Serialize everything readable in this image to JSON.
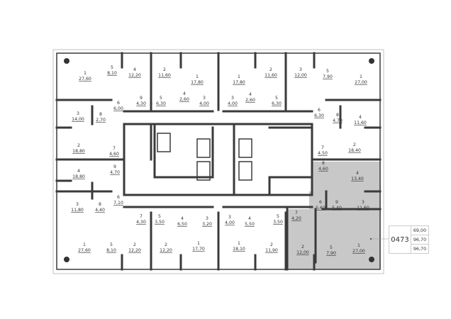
{
  "floor_plan": {
    "highlight_color": "#c8c8c8",
    "wall_color": "#3a3a3a",
    "rooms": [
      {
        "n": "1",
        "a": "27,60"
      },
      {
        "n": "5",
        "a": "8,10"
      },
      {
        "n": "4",
        "a": "12,20"
      },
      {
        "n": "2",
        "a": "11,60"
      },
      {
        "n": "1",
        "a": "17,80"
      },
      {
        "n": "9",
        "a": "4,30"
      },
      {
        "n": "5",
        "a": "6,30"
      },
      {
        "n": "4",
        "a": "2,60"
      },
      {
        "n": "3",
        "a": "4,00"
      },
      {
        "n": "6",
        "a": "6,00"
      },
      {
        "n": "3",
        "a": "14,00"
      },
      {
        "n": "8",
        "a": "2,70"
      },
      {
        "n": "2",
        "a": "18,80"
      },
      {
        "n": "7",
        "a": "4,60"
      },
      {
        "n": "1",
        "a": "17,80"
      },
      {
        "n": "2",
        "a": "11,60"
      },
      {
        "n": "3",
        "a": "12,00"
      },
      {
        "n": "5",
        "a": "7,90"
      },
      {
        "n": "1",
        "a": "27,00"
      },
      {
        "n": "3",
        "a": "4,00"
      },
      {
        "n": "4",
        "a": "2,60"
      },
      {
        "n": "5",
        "a": "6,30"
      },
      {
        "n": "6",
        "a": "6,30"
      },
      {
        "n": "8",
        "a": "4,70"
      },
      {
        "n": "4",
        "a": "11,60"
      },
      {
        "n": "2",
        "a": "18,40"
      },
      {
        "n": "7",
        "a": "4,50"
      },
      {
        "n": "4",
        "a": "18,80"
      },
      {
        "n": "9",
        "a": "4,70"
      },
      {
        "n": "6",
        "a": "7,10"
      },
      {
        "n": "3",
        "a": "11,80"
      },
      {
        "n": "8",
        "a": "4,40"
      },
      {
        "n": "7",
        "a": "4,30"
      },
      {
        "n": "5",
        "a": "3,50"
      },
      {
        "n": "4",
        "a": "6,50"
      },
      {
        "n": "3",
        "a": "3,20"
      },
      {
        "n": "1",
        "a": "27,60"
      },
      {
        "n": "5",
        "a": "8,10"
      },
      {
        "n": "2",
        "a": "12,20"
      },
      {
        "n": "2",
        "a": "12,20"
      },
      {
        "n": "1",
        "a": "17,70"
      },
      {
        "n": "3",
        "a": "4,00"
      },
      {
        "n": "4",
        "a": "5,50"
      },
      {
        "n": "5",
        "a": "3,50"
      },
      {
        "n": "1",
        "a": "18,10"
      },
      {
        "n": "2",
        "a": "11,90"
      },
      {
        "n": "8",
        "a": "4,60"
      },
      {
        "n": "4",
        "a": "13,40"
      },
      {
        "n": "6",
        "a": "5,60"
      },
      {
        "n": "9",
        "a": "5,40"
      },
      {
        "n": "3",
        "a": "11,60"
      },
      {
        "n": "7",
        "a": "4,20"
      },
      {
        "n": "2",
        "a": "12,00"
      },
      {
        "n": "5",
        "a": "7,90"
      },
      {
        "n": "1",
        "a": "27,00"
      }
    ]
  },
  "apartment_info": {
    "number": "0473",
    "values": [
      "69,00",
      "96,70",
      "96,70"
    ]
  }
}
